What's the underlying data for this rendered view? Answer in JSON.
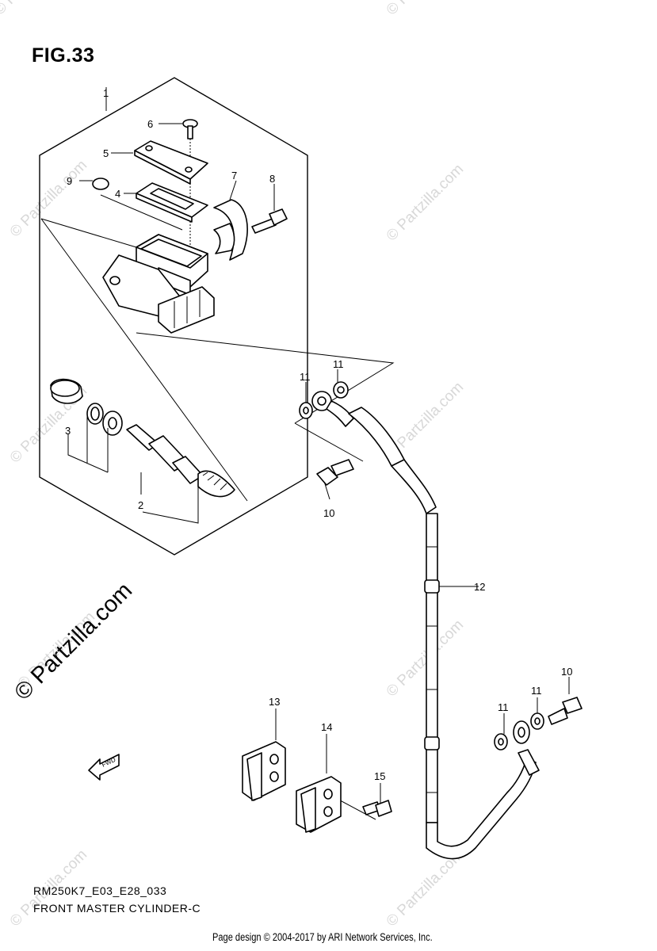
{
  "figure": {
    "title": "FIG.33"
  },
  "footer": {
    "model_code": "RM250K7_E03_E28_033",
    "diagram_name": "FRONT MASTER CYLINDER-C",
    "copyright": "Page design © 2004-2017 by ARI Network Services, Inc."
  },
  "watermark": {
    "main": "© Partzilla.com",
    "repeat": "© Partzilla.com"
  },
  "fwd_label": "FWD",
  "callouts": [
    {
      "id": "c1",
      "label": "1"
    },
    {
      "id": "c2",
      "label": "2"
    },
    {
      "id": "c3",
      "label": "3"
    },
    {
      "id": "c4",
      "label": "4"
    },
    {
      "id": "c5",
      "label": "5"
    },
    {
      "id": "c6",
      "label": "6"
    },
    {
      "id": "c7",
      "label": "7"
    },
    {
      "id": "c8",
      "label": "8"
    },
    {
      "id": "c9",
      "label": "9"
    },
    {
      "id": "c10a",
      "label": "10"
    },
    {
      "id": "c10b",
      "label": "10"
    },
    {
      "id": "c11a",
      "label": "11"
    },
    {
      "id": "c11b",
      "label": "11"
    },
    {
      "id": "c11c",
      "label": "11"
    },
    {
      "id": "c11d",
      "label": "11"
    },
    {
      "id": "c12",
      "label": "12"
    },
    {
      "id": "c13",
      "label": "13"
    },
    {
      "id": "c14",
      "label": "14"
    },
    {
      "id": "c15",
      "label": "15"
    }
  ]
}
